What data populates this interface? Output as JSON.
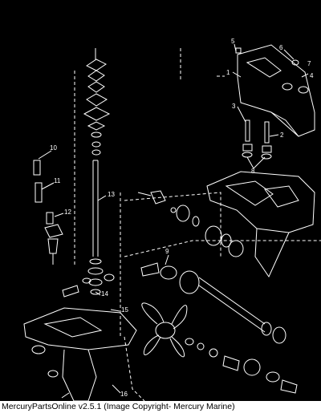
{
  "diagram": {
    "callouts": [
      "1",
      "2",
      "3",
      "4",
      "5",
      "6",
      "7",
      "8",
      "9",
      "10",
      "11",
      "12",
      "13",
      "14",
      "15",
      "16"
    ],
    "colors": {
      "background": "#000000",
      "line": "#ffffff",
      "caption_bg": "#ffffff",
      "caption_text": "#000000"
    }
  },
  "caption": "MercuryPartsOnline v2.5.1 (Image Copyright- Mercury Marine)"
}
